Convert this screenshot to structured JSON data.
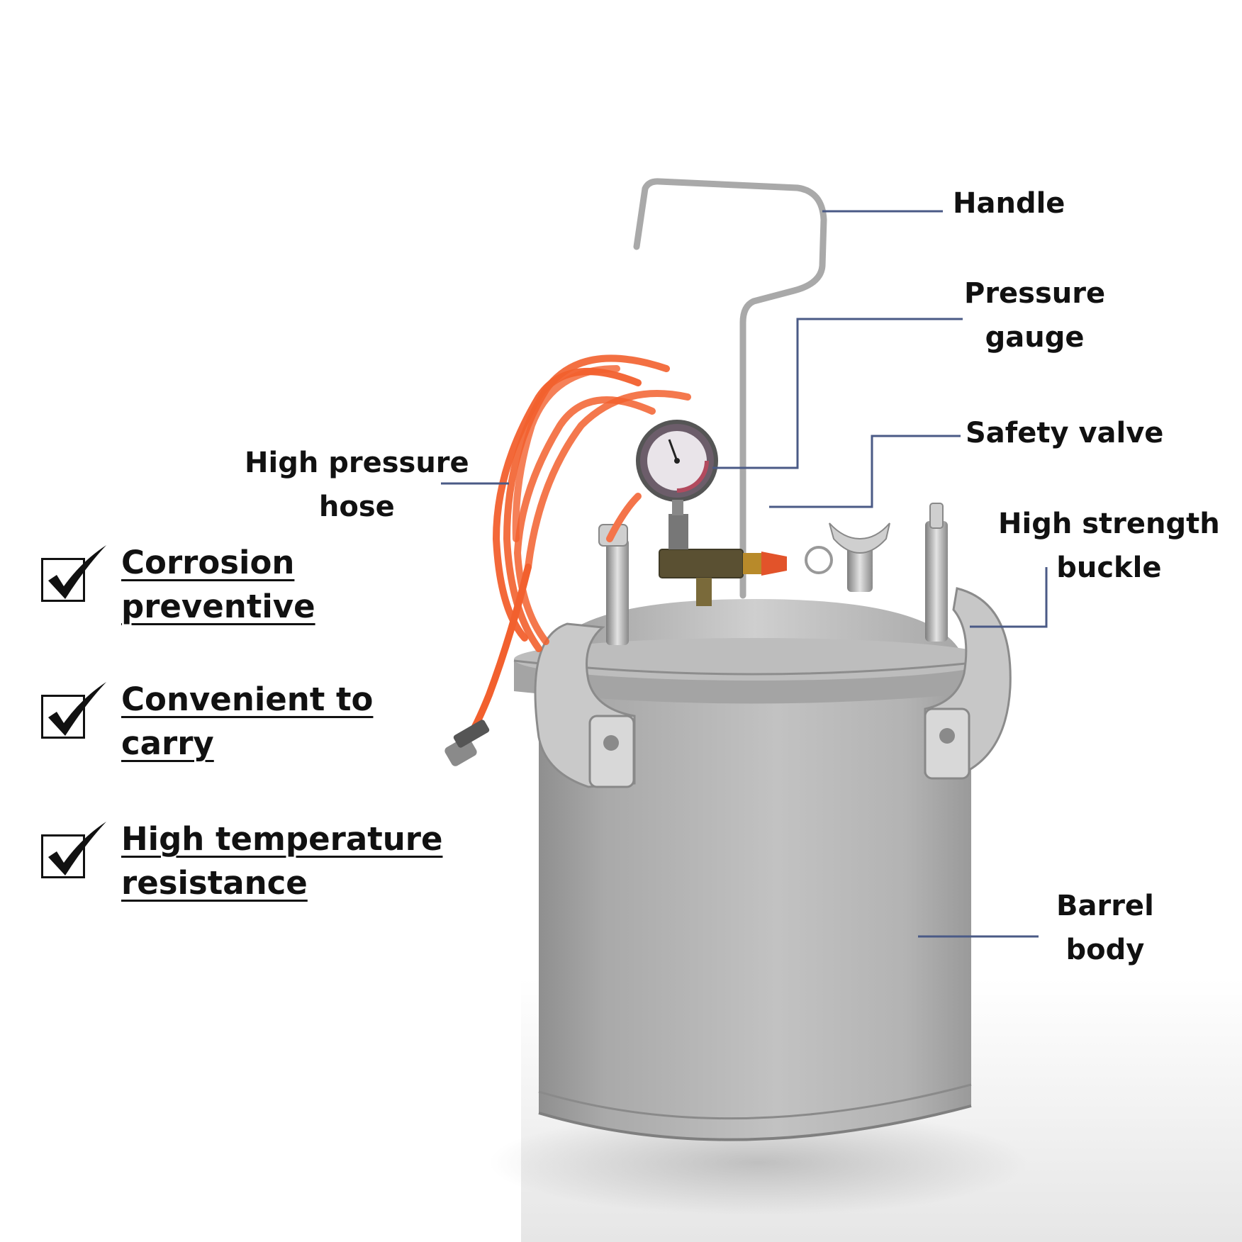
{
  "labels": {
    "handle": "Handle",
    "pressure_gauge": [
      "Pressure",
      "gauge"
    ],
    "safety_valve": "Safety valve",
    "high_strength_buckle": [
      "High strength",
      "buckle"
    ],
    "high_pressure_hose": [
      "High pressure",
      "hose"
    ],
    "barrel_body": [
      "Barrel",
      "body"
    ]
  },
  "features": [
    {
      "lines": [
        "Corrosion",
        "preventive"
      ],
      "icon": "checkbox-checked-icon"
    },
    {
      "lines": [
        "Convenient to",
        "carry"
      ],
      "icon": "checkbox-checked-icon"
    },
    {
      "lines": [
        "High temperature",
        "resistance"
      ],
      "icon": "checkbox-checked-icon"
    }
  ],
  "colors": {
    "leader_line": "#4a5a86",
    "hose": "#f2602e",
    "barrel": "#b3b3b3",
    "text": "#111111"
  }
}
